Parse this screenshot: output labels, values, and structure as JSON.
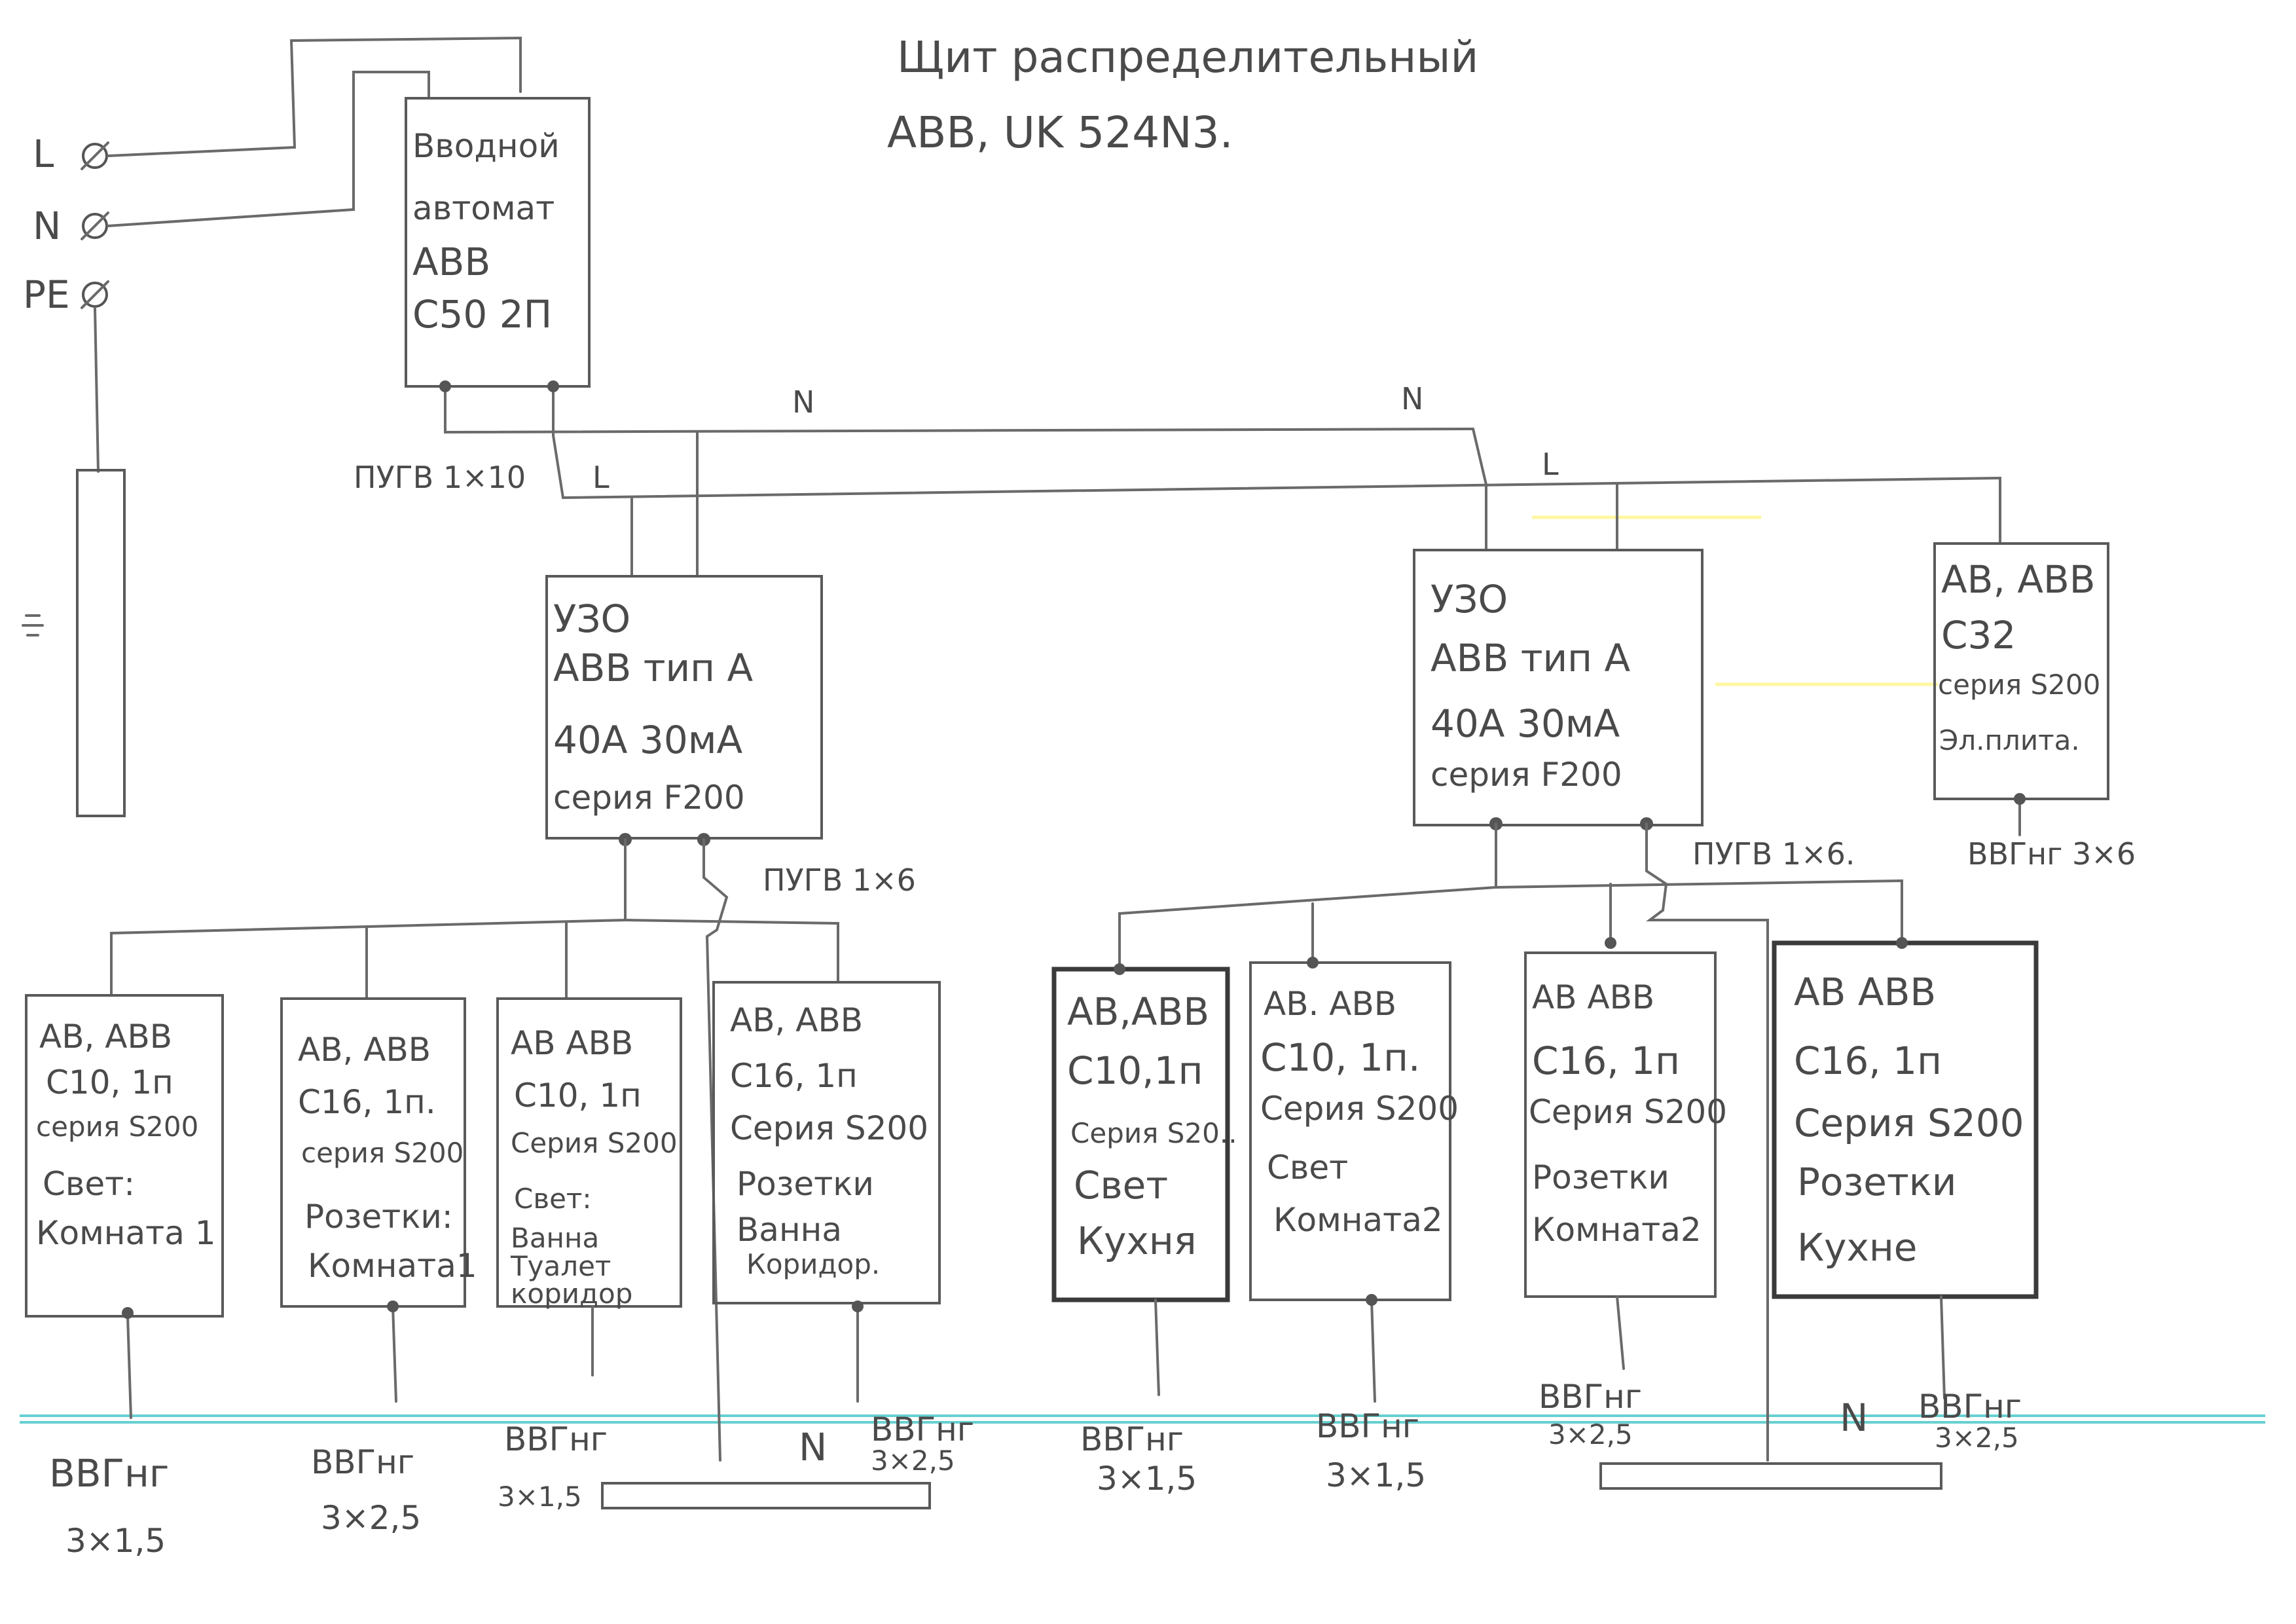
{
  "title": {
    "line1": "Щит распределительный",
    "line2": "ABB, UK 524N3."
  },
  "terminals": {
    "l": "L",
    "n": "N",
    "pe": "PE"
  },
  "main_breaker": {
    "lines": [
      "Вводной",
      "автомат",
      "ABB",
      "С50 2П"
    ]
  },
  "wire_labels": {
    "n_left": "N",
    "n_right": "N",
    "l_left": "L",
    "l_right": "L",
    "pugv_main": "ПУГВ 1×10",
    "pugv_left": "ПУГВ 1×6",
    "pugv_right": "ПУГВ 1×6.",
    "n_bus_left": "N",
    "n_bus_right": "N"
  },
  "rcd_left": {
    "lines": [
      "УЗО",
      "ABB тип А",
      "40A 30мА",
      "серия F200"
    ]
  },
  "rcd_right": {
    "lines": [
      "УЗО",
      "ABB тип А",
      "40A 30мА",
      "серия F200"
    ]
  },
  "stove_breaker": {
    "lines": [
      "АВ, ABB",
      "С32",
      "серия S200",
      "Эл.плита."
    ],
    "cable": "ВВГнг 3×6"
  },
  "breakers": [
    {
      "lines": [
        "АВ, ABB",
        "С10, 1п",
        "серия S200",
        "Свет:",
        "Комната 1"
      ],
      "cable1": "ВВГнг",
      "cable2": "3×1,5"
    },
    {
      "lines": [
        "АВ, ABB",
        "С16, 1п.",
        "серия S200",
        "Розетки:",
        "Комната1"
      ],
      "cable1": "ВВГнг",
      "cable2": "3×2,5"
    },
    {
      "lines": [
        "АВ ABB",
        "С10, 1п",
        "Серия S200",
        "Свет:",
        "Ванна",
        "Туалет",
        "коридор"
      ],
      "cable1": "ВВГнг",
      "cable2": "3×1,5"
    },
    {
      "lines": [
        "АВ, ABB",
        "С16, 1п",
        "Серия S200",
        "Розетки",
        "Ванна",
        "Коридор."
      ],
      "cable1": "ВВГнг",
      "cable2": "3×2,5"
    },
    {
      "lines": [
        "АВ,ABB",
        "С10,1п",
        "Серия S20..",
        "Свет",
        "Кухня"
      ],
      "cable1": "ВВГнг",
      "cable2": "3×1,5"
    },
    {
      "lines": [
        "АВ. ABB",
        "С10, 1п.",
        "Серия S200",
        "Свет",
        "Комната2"
      ],
      "cable1": "ВВГнг",
      "cable2": "3×1,5"
    },
    {
      "lines": [
        "АВ ABB",
        "С16, 1п",
        "Серия S200",
        "Розетки",
        "Комната2"
      ],
      "cable1": "ВВГнг",
      "cable2": "3×2,5"
    },
    {
      "lines": [
        "АВ ABB",
        "С16, 1п",
        "Серия S200",
        "Розетки",
        "Кухне"
      ],
      "cable1": "ВВГнг",
      "cable2": "3×2,5"
    }
  ]
}
